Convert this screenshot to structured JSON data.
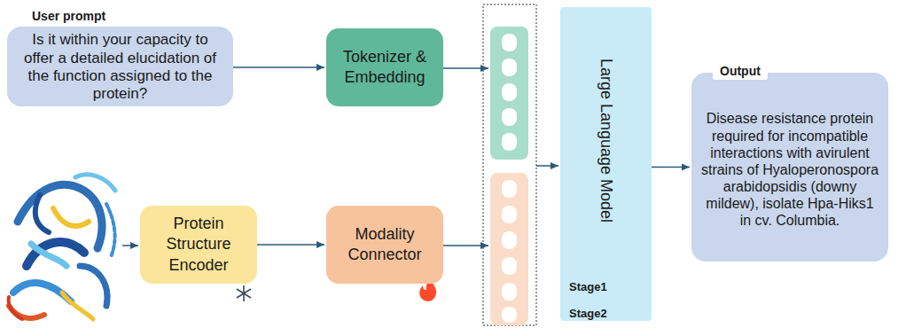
{
  "diagram": {
    "nodes": [
      {
        "text": [
          "User prompt",
          "Is it within your capacity to offer a detailed elucidation of the function assigned to the protein?"
        ]
      },
      {
        "text": [
          "Tokenizer & Embedding"
        ]
      },
      {
        "text": [
          "Protein Structure Encoder"
        ]
      },
      {
        "text": [
          "Modality Connector"
        ]
      },
      {
        "text": [
          "Large Language Model",
          "Stage1",
          "Stage2"
        ]
      },
      {
        "text": [
          "Output",
          "Disease resistance protein required for incompatible interactions with avirulent strains of Hyaloperonospora arabidopsidis (downy mildew), isolate Hpa-Hiks1 in cv. Columbia."
        ]
      }
    ],
    "edges": [
      {
        "from": 0,
        "to": 1,
        "arrow": "to"
      },
      {
        "from": 2,
        "to": 3,
        "arrow": "to"
      },
      {
        "from": 4,
        "to": 5,
        "arrow": "to"
      }
    ]
  }
}
